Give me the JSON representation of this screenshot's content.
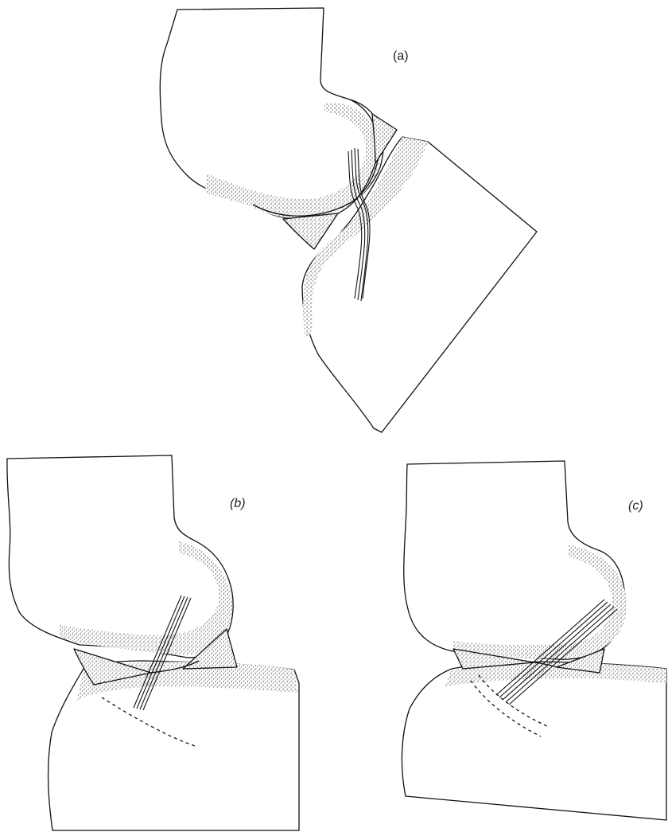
{
  "figure": {
    "panels": [
      {
        "id": "a",
        "label": "(a)"
      },
      {
        "id": "b",
        "label": "(b)"
      },
      {
        "id": "c",
        "label": "(c)"
      }
    ]
  },
  "colors": {
    "ink": "#111111",
    "stipple": "#6b6b6b",
    "background": "#ffffff"
  }
}
